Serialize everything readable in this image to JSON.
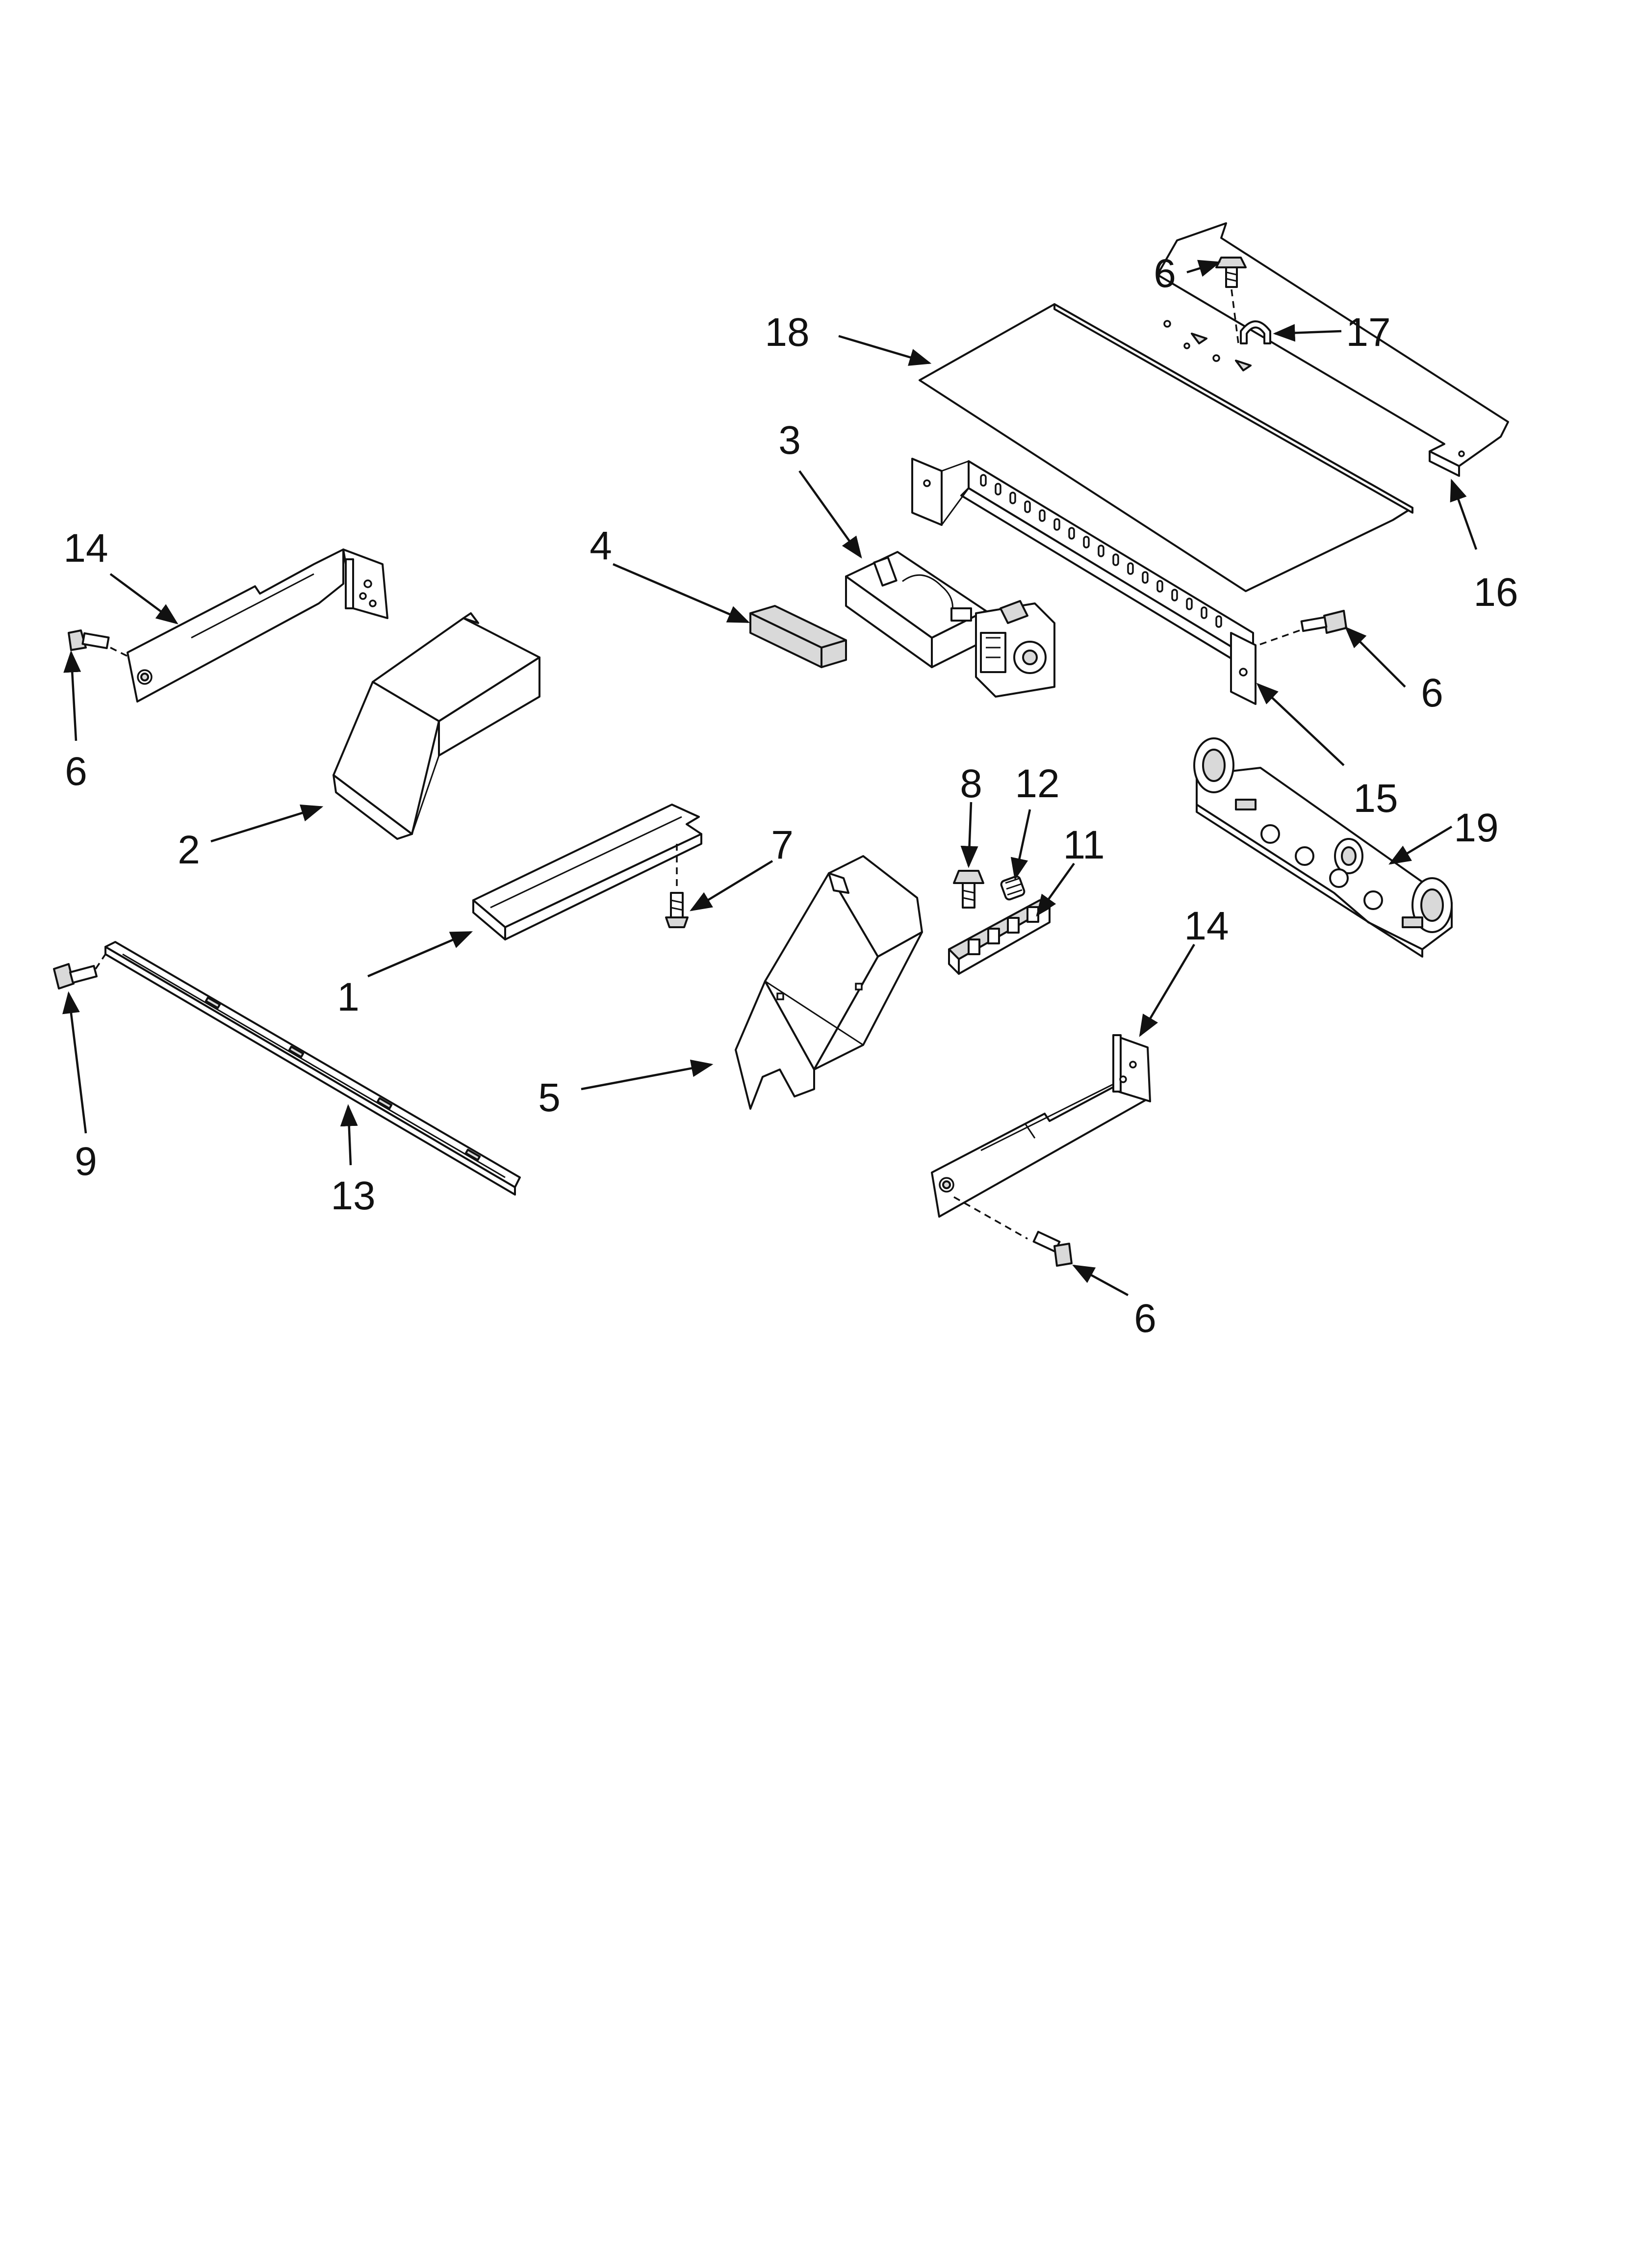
{
  "diagram": {
    "callouts": {
      "c1": "1",
      "c2": "2",
      "c3": "3",
      "c4": "4",
      "c5": "5",
      "c6a": "6",
      "c6b": "6",
      "c6c": "6",
      "c6d": "6",
      "c7": "7",
      "c8": "8",
      "c9": "9",
      "c11": "11",
      "c12": "12",
      "c13": "13",
      "c14a": "14",
      "c14b": "14",
      "c15": "15",
      "c16": "16",
      "c17": "17",
      "c18": "18",
      "c19": "19"
    },
    "colors": {
      "line": "#111111",
      "background": "#ffffff",
      "shade": "#d9d9d9"
    }
  }
}
